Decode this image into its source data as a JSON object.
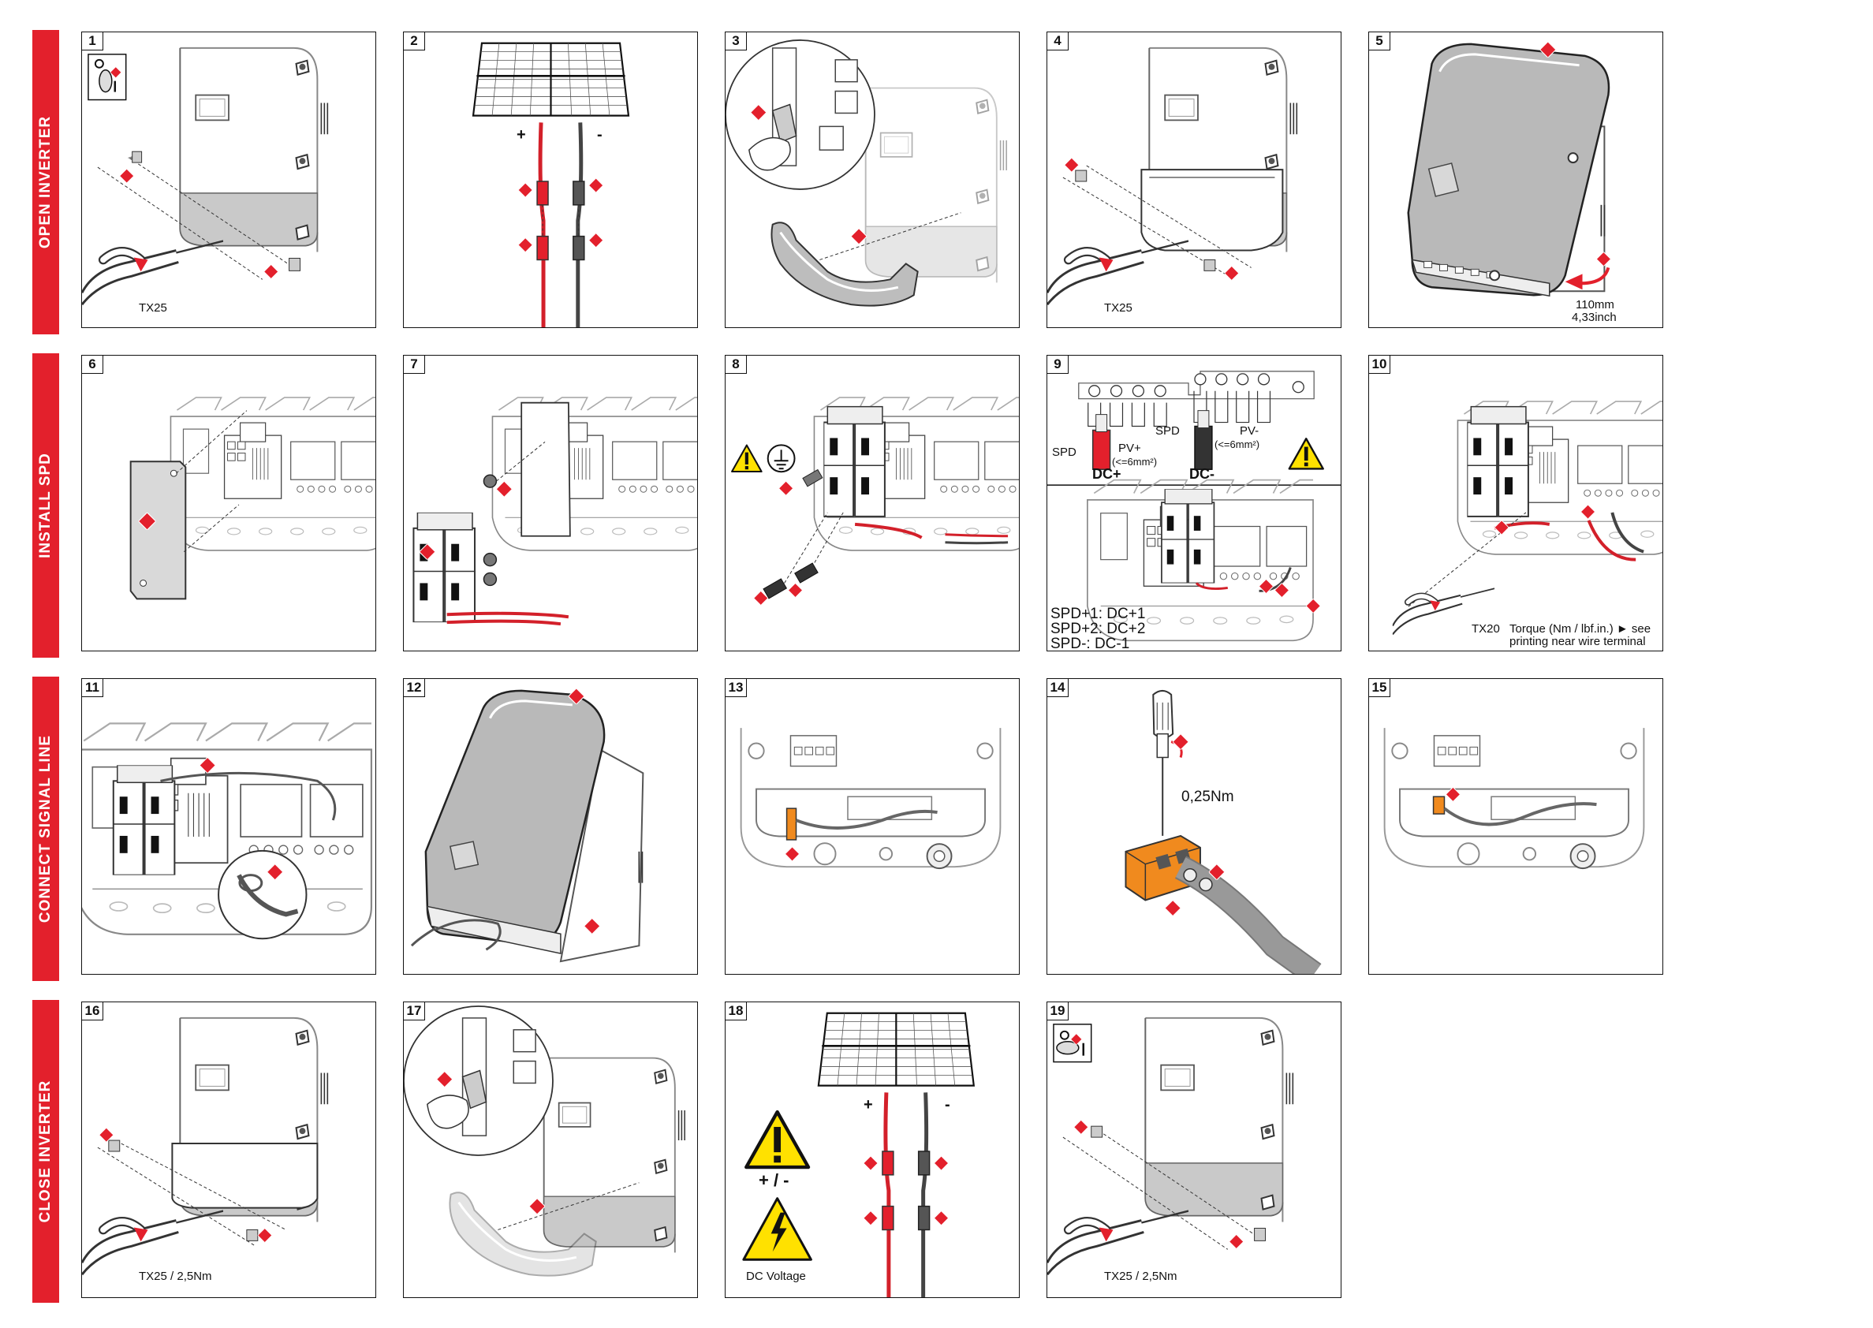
{
  "sections": {
    "open": "OPEN INVERTER",
    "spd": "INSTALL SPD",
    "signal": "CONNECT SIGNAL LINE",
    "close": "CLOSE INVERTER"
  },
  "steps": {
    "s1": {
      "num": "1",
      "tool": "TX25"
    },
    "s2": {
      "num": "2",
      "plus": "+",
      "minus": "-"
    },
    "s3": {
      "num": "3"
    },
    "s4": {
      "num": "4",
      "tool": "TX25"
    },
    "s5": {
      "num": "5",
      "dim1": "110mm",
      "dim2": "4,33inch"
    },
    "s6": {
      "num": "6"
    },
    "s7": {
      "num": "7"
    },
    "s8": {
      "num": "8"
    },
    "s9": {
      "num": "9",
      "spd_left": "SPD",
      "pv_plus": "PV+",
      "size1": "(<=6mm²)",
      "dc_plus": "DC+",
      "spd_right": "SPD",
      "pv_minus": "PV-",
      "size2": "(<=6mm²)",
      "dc_minus": "DC-",
      "map1": "SPD+1: DC+1",
      "map2": "SPD+2: DC+2",
      "map3": "SPD-: DC-1"
    },
    "s10": {
      "num": "10",
      "tool": "TX20",
      "torque1": "Torque (Nm / lbf.in.)",
      "torque_arrow": "► see",
      "torque2": "printing near wire terminal"
    },
    "s11": {
      "num": "11"
    },
    "s12": {
      "num": "12"
    },
    "s13": {
      "num": "13"
    },
    "s14": {
      "num": "14",
      "torque": "0,25Nm"
    },
    "s15": {
      "num": "15"
    },
    "s16": {
      "num": "16",
      "tool": "TX25 / 2,5Nm"
    },
    "s17": {
      "num": "17"
    },
    "s18": {
      "num": "18",
      "plus": "+",
      "minus": "-",
      "pm": "+ / -",
      "dc": "DC Voltage"
    },
    "s19": {
      "num": "19",
      "tool": "TX25 / 2,5Nm"
    }
  },
  "colors": {
    "accent": "#e3202c",
    "wire_red": "#d3202a",
    "wire_black": "#444444",
    "warning": "#ffe100",
    "terminal": "#f08a1e"
  }
}
